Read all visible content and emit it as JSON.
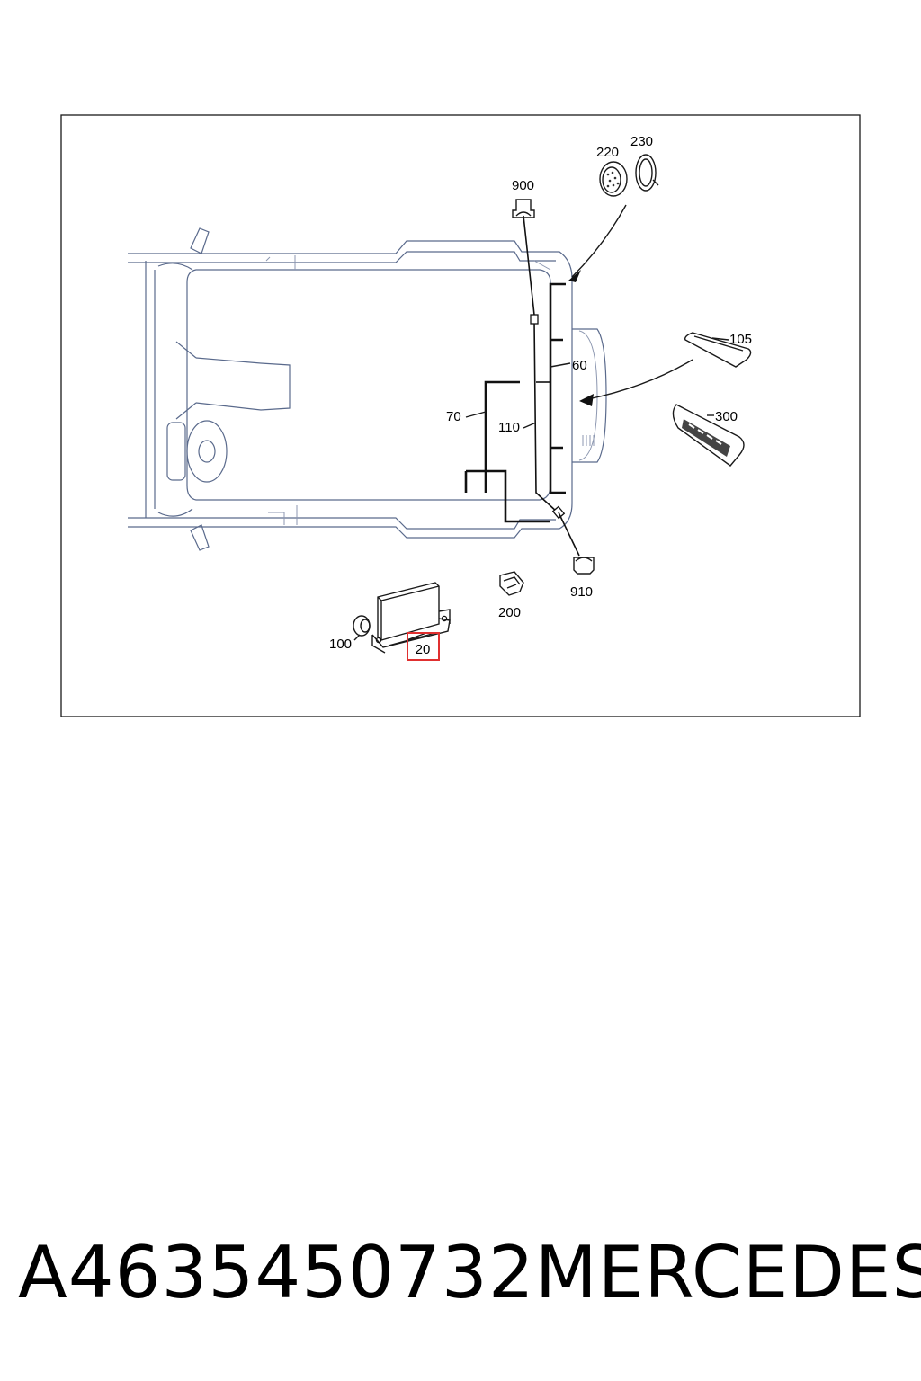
{
  "diagram": {
    "callouts": {
      "c20": "20",
      "c60": "60",
      "c70": "70",
      "c100": "100",
      "c105": "105",
      "c110": "110",
      "c200": "200",
      "c220": "220",
      "c230": "230",
      "c300": "300",
      "c900": "900",
      "c910": "910"
    },
    "highlight_color": "#e03030"
  },
  "caption": {
    "part_number": "A4635450732",
    "brand": "MERCEDES"
  }
}
